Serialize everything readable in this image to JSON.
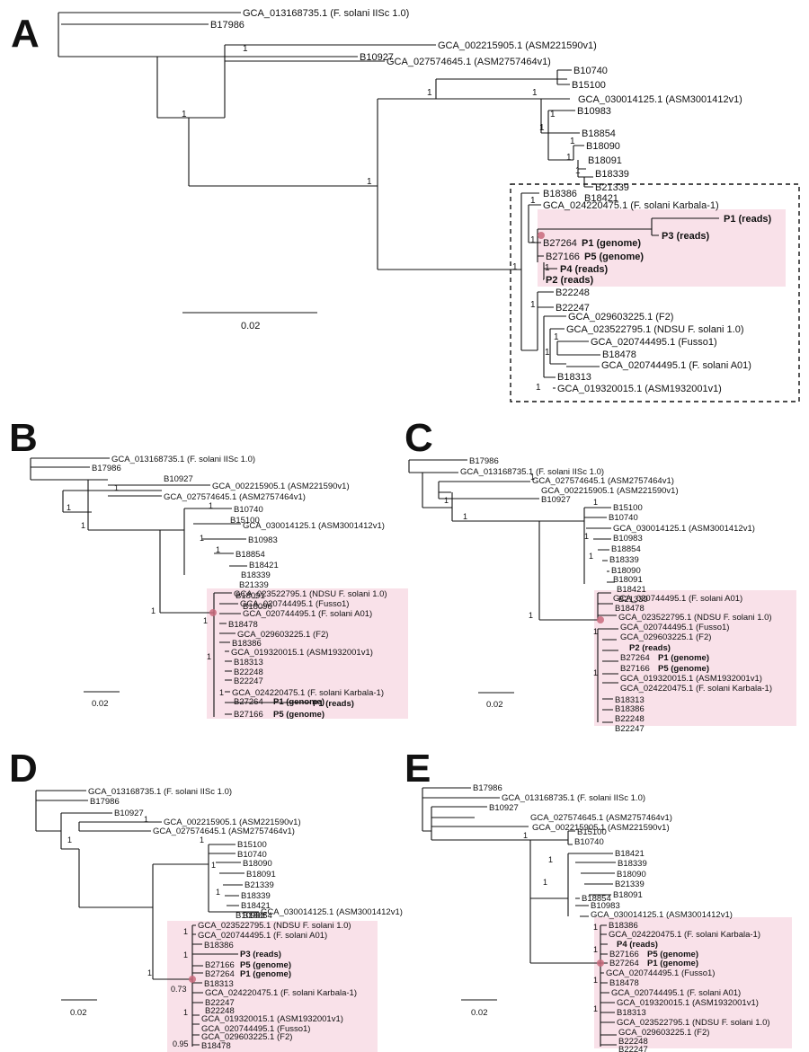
{
  "panels": [
    {
      "letter": "A",
      "scale_label": "0.02",
      "labels": [
        "GCA_013168735.1 (F. solani IISc 1.0)",
        "B17986",
        "B10927",
        "GCA_002215905.1 (ASM221590v1)",
        "GCA_027574645.1 (ASM2757464v1)",
        "B10740",
        "B15100",
        "GCA_030014125.1 (ASM3001412v1)",
        "B10983",
        "B18854",
        "B18090",
        "B18091",
        "B18339",
        "B21339",
        "B18421",
        "B18386",
        "GCA_024220475.1 (F. solani Karbala-1)",
        "P1 (reads)",
        "P3 (reads)",
        "B27264",
        "P1 (genome)",
        "B27166",
        "P5 (genome)",
        "P4 (reads)",
        "P2 (reads)",
        "B22248",
        "B22247",
        "GCA_029603225.1 (F2)",
        "GCA_023522795.1 (NDSU F. solani 1.0)",
        "GCA_020744495.1 (Fusso1)",
        "B18478",
        "GCA_020744495.1 (F. solani A01)",
        "B18313",
        "GCA_019320015.1 (ASM1932001v1)"
      ],
      "supports": [
        "1"
      ]
    },
    {
      "letter": "B",
      "scale_label": "0.02",
      "labels": [
        "GCA_013168735.1 (F. solani IISc 1.0)",
        "B17986",
        "B10927",
        "GCA_002215905.1 (ASM221590v1)",
        "GCA_027574645.1 (ASM2757464v1)",
        "B10740",
        "B15100",
        "GCA_030014125.1 (ASM3001412v1)",
        "B10983",
        "B18854",
        "B18421",
        "B18339",
        "B21339",
        "B18091",
        "B18090",
        "GCA_023522795.1 (NDSU F. solani 1.0)",
        "GCA_020744495.1 (Fusso1)",
        "GCA_020744495.1 (F. solani A01)",
        "B18478",
        "GCA_029603225.1 (F2)",
        "B18386",
        "GCA_019320015.1 (ASM1932001v1)",
        "B18313",
        "B22248",
        "B22247",
        "GCA_024220475.1 (F. solani Karbala-1)",
        "P1 (reads)",
        "B27264",
        "P1 (genome)",
        "B27166",
        "P5 (genome)"
      ]
    },
    {
      "letter": "C",
      "scale_label": "0.02",
      "labels": [
        "B17986",
        "GCA_013168735.1 (F. solani IISc 1.0)",
        "GCA_027574645.1 (ASM2757464v1)",
        "GCA_002215905.1 (ASM221590v1)",
        "B10927",
        "B15100",
        "B10740",
        "GCA_030014125.1 (ASM3001412v1)",
        "B10983",
        "B18854",
        "B18339",
        "B18090",
        "B18091",
        "B18421",
        "B21339",
        "GCA_020744495.1 (F. solani A01)",
        "B18478",
        "GCA_023522795.1 (NDSU F. solani 1.0)",
        "GCA_020744495.1 (Fusso1)",
        "GCA_029603225.1 (F2)",
        "P2 (reads)",
        "B27264",
        "P1 (genome)",
        "B27166",
        "P5 (genome)",
        "GCA_019320015.1 (ASM1932001v1)",
        "GCA_024220475.1 (F. solani Karbala-1)",
        "B18313",
        "B18386",
        "B22248",
        "B22247"
      ]
    },
    {
      "letter": "D",
      "scale_label": "0.02",
      "support_low": [
        "0.73",
        "0.95"
      ],
      "labels": [
        "GCA_013168735.1 (F. solani IISc 1.0)",
        "B17986",
        "B10927",
        "GCA_002215905.1 (ASM221590v1)",
        "GCA_027574645.1 (ASM2757464v1)",
        "B15100",
        "B10740",
        "B18090",
        "B18091",
        "B21339",
        "B18339",
        "B18421",
        "B18854",
        "B10983",
        "GCA_030014125.1 (ASM3001412v1)",
        "GCA_023522795.1 (NDSU F. solani 1.0)",
        "GCA_020744495.1 (F. solani A01)",
        "B18386",
        "P3 (reads)",
        "P5 (genome)",
        "B27166",
        "B27264",
        "P1 (genome)",
        "B18313",
        "GCA_024220475.1 (F. solani Karbala-1)",
        "B22247",
        "B22248",
        "GCA_019320015.1 (ASM1932001v1)",
        "GCA_020744495.1 (Fusso1)",
        "GCA_029603225.1 (F2)",
        "B18478"
      ]
    },
    {
      "letter": "E",
      "scale_label": "0.02",
      "labels": [
        "B17986",
        "GCA_013168735.1 (F. solani IISc 1.0)",
        "B10927",
        "GCA_027574645.1 (ASM2757464v1)",
        "GCA_002215905.1 (ASM221590v1)",
        "B15100",
        "B10740",
        "B18421",
        "B18339",
        "B18090",
        "B21339",
        "B18091",
        "B18854",
        "B10983",
        "GCA_030014125.1 (ASM3001412v1)",
        "B18386",
        "GCA_024220475.1 (F. solani Karbala-1)",
        "P4 (reads)",
        "B27166",
        "P5 (genome)",
        "B27264",
        "P1 (genome)",
        "GCA_020744495.1 (Fusso1)",
        "B18478",
        "GCA_020744495.1 (F. solani A01)",
        "GCA_019320015.1 (ASM1932001v1)",
        "B18313",
        "GCA_023522795.1 (NDSU F. solani 1.0)",
        "GCA_029603225.1 (F2)",
        "B22248",
        "B22247"
      ]
    }
  ]
}
